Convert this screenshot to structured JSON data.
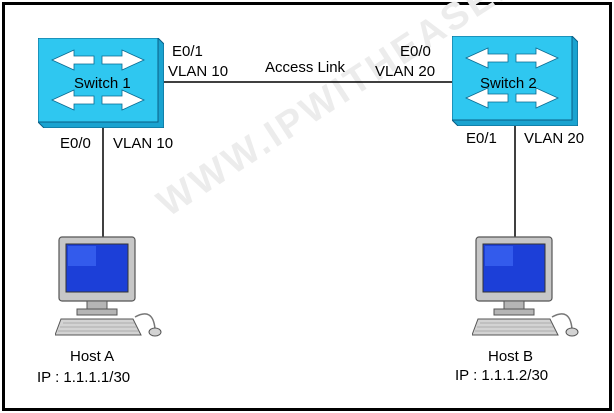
{
  "watermark": "WWW.IPWITHEASE.COM",
  "switch1": {
    "name": "Switch 1",
    "port_top": "E0/1",
    "vlan_top": "VLAN 10",
    "port_bottom": "E0/0",
    "vlan_bottom": "VLAN 10"
  },
  "switch2": {
    "name": "Switch 2",
    "port_top": "E0/0",
    "vlan_top": "VLAN 20",
    "port_bottom": "E0/1",
    "vlan_bottom": "VLAN 20"
  },
  "link": {
    "label": "Access Link"
  },
  "hostA": {
    "name": "Host A",
    "ip": "IP : 1.1.1.1/30"
  },
  "hostB": {
    "name": "Host B",
    "ip": "IP : 1.1.1.2/30"
  },
  "colors": {
    "switch_face": "#2fc7f0",
    "switch_side": "#1aa3d0",
    "screen": "#1c3fd8",
    "pc_body": "#c7c7c7"
  }
}
